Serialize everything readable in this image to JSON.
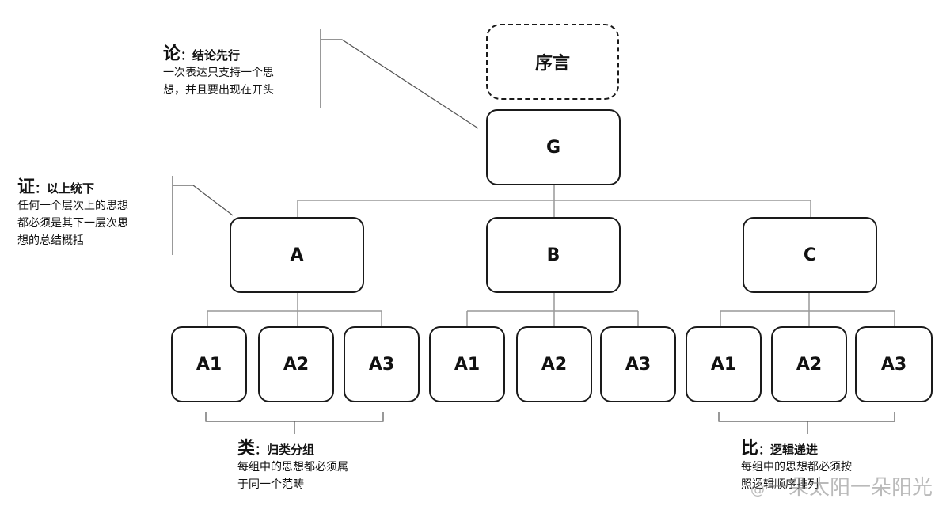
{
  "diagram": {
    "preface": "序言",
    "top": "G",
    "mid": [
      "A",
      "B",
      "C"
    ],
    "leaves": [
      [
        "A1",
        "A2",
        "A3"
      ],
      [
        "A1",
        "A2",
        "A3"
      ],
      [
        "A1",
        "A2",
        "A3"
      ]
    ]
  },
  "annotations": {
    "lun": {
      "char": "论",
      "title": "：结论先行",
      "body": "一次表达只支持一个思\n想，并且要出现在开头"
    },
    "zheng": {
      "char": "证",
      "title": "：以上统下",
      "body": "任何一个层次上的思想\n都必须是其下一层次思\n想的总结概括"
    },
    "lei": {
      "char": "类",
      "title": "：归类分组",
      "body": "每组中的思想都必须属\n于同一个范畴"
    },
    "bi": {
      "char": "比",
      "title": "：逻辑递进",
      "body": "每组中的思想都必须按\n照逻辑顺序排列"
    }
  },
  "watermark": {
    "logo": "@",
    "text": "一朵太阳一朵阳光"
  }
}
